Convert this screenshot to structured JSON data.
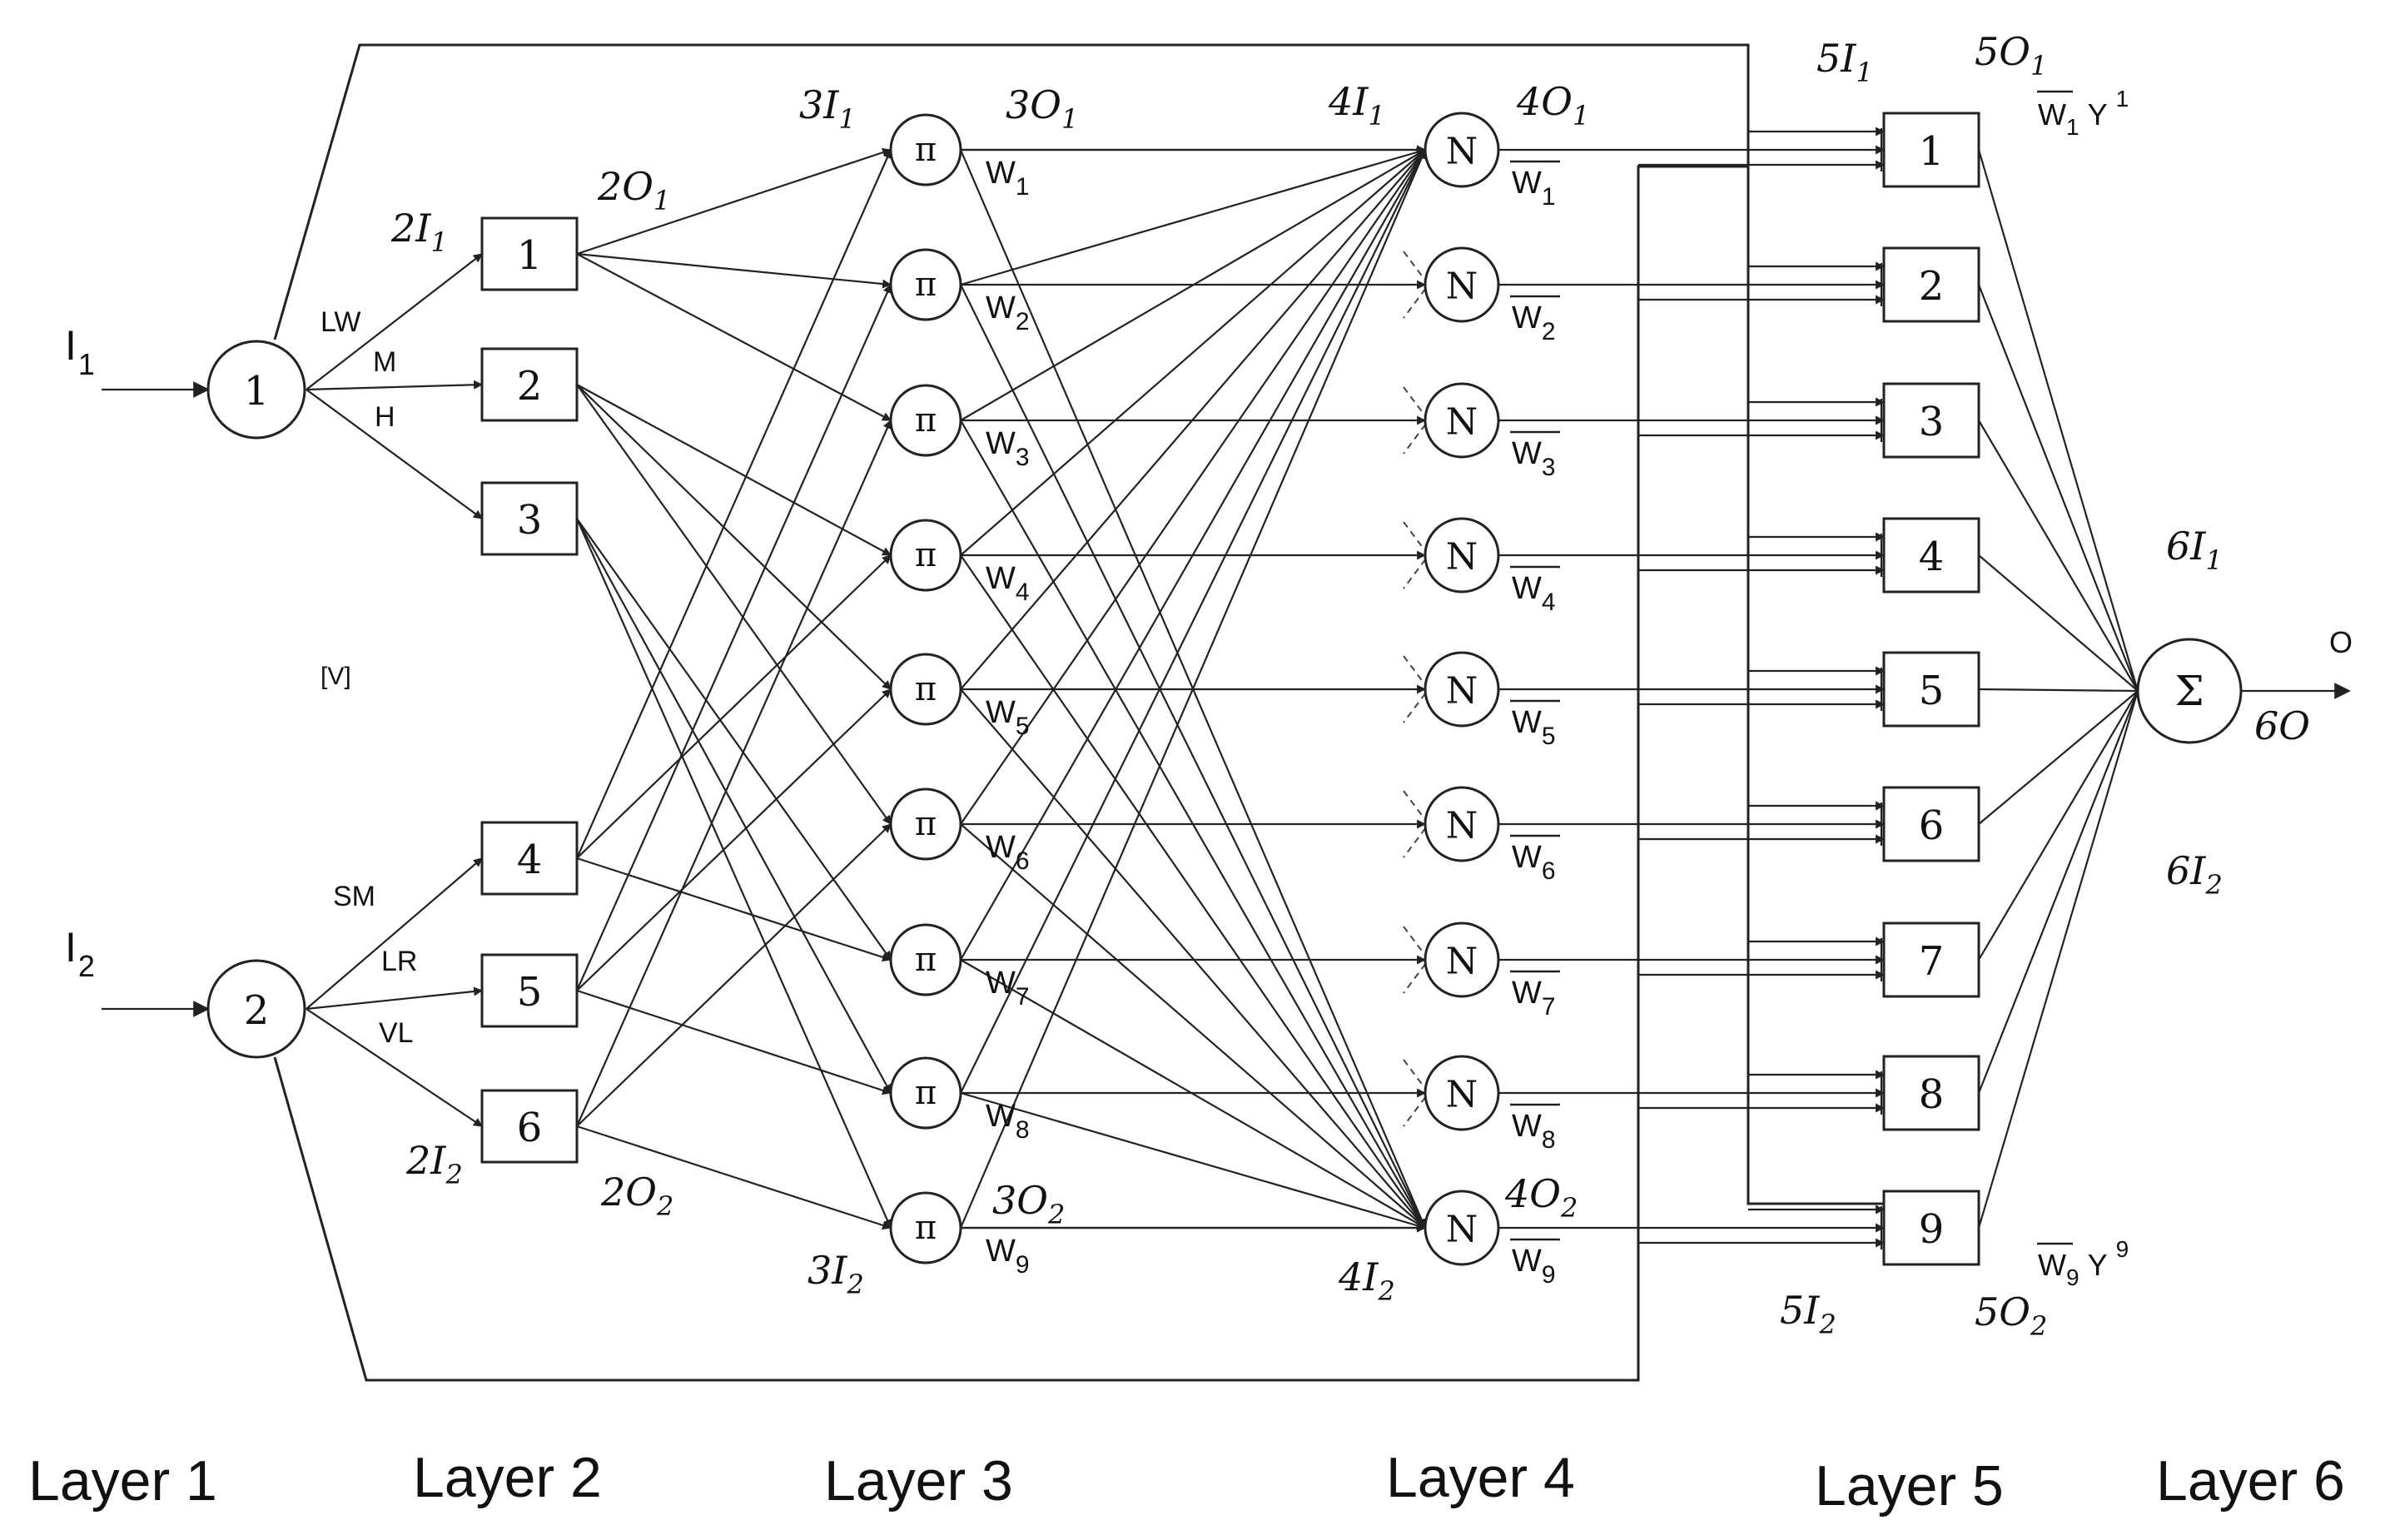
{
  "inputs": [
    {
      "label": "I",
      "sub": "1"
    },
    {
      "label": "I",
      "sub": "2"
    }
  ],
  "layer1_nodes": [
    "1",
    "2"
  ],
  "membership_labels": {
    "input1": [
      "LW",
      "M",
      "H"
    ],
    "input2": [
      "SM",
      "LR",
      "VL"
    ]
  },
  "layer2_nodes": [
    "1",
    "2",
    "3",
    "4",
    "5",
    "6"
  ],
  "layer3_symbol": "π",
  "layer3_weights": [
    {
      "main": "W",
      "sub": "1"
    },
    {
      "main": "W",
      "sub": "2"
    },
    {
      "main": "W",
      "sub": "3"
    },
    {
      "main": "W",
      "sub": "4"
    },
    {
      "main": "W",
      "sub": "5"
    },
    {
      "main": "W",
      "sub": "6"
    },
    {
      "main": "W",
      "sub": "7"
    },
    {
      "main": "W",
      "sub": "8"
    },
    {
      "main": "W",
      "sub": "9"
    }
  ],
  "layer4_symbol": "N",
  "layer4_weights": [
    {
      "main": "W",
      "sub": "1"
    },
    {
      "main": "W",
      "sub": "2"
    },
    {
      "main": "W",
      "sub": "3"
    },
    {
      "main": "W",
      "sub": "4"
    },
    {
      "main": "W",
      "sub": "5"
    },
    {
      "main": "W",
      "sub": "6"
    },
    {
      "main": "W",
      "sub": "7"
    },
    {
      "main": "W",
      "sub": "8"
    },
    {
      "main": "W",
      "sub": "9"
    }
  ],
  "layer5_nodes": [
    "1",
    "2",
    "3",
    "4",
    "5",
    "6",
    "7",
    "8",
    "9"
  ],
  "layer6_symbol": "Σ",
  "output_label": "O",
  "signal_labels": {
    "l2_in_1": {
      "main": "2I",
      "sub": "1"
    },
    "l2_in_2": {
      "main": "2I",
      "sub": "2"
    },
    "l2_out_1": {
      "main": "2O",
      "sub": "1"
    },
    "l2_out_2": {
      "main": "2O",
      "sub": "2"
    },
    "l3_in_1": {
      "main": "3I",
      "sub": "1"
    },
    "l3_in_2": {
      "main": "3I",
      "sub": "2"
    },
    "l3_out_1": {
      "main": "3O",
      "sub": "1"
    },
    "l3_out_2": {
      "main": "3O",
      "sub": "2"
    },
    "l4_in_1": {
      "main": "4I",
      "sub": "1"
    },
    "l4_in_2": {
      "main": "4I",
      "sub": "2"
    },
    "l4_out_1": {
      "main": "4O",
      "sub": "1"
    },
    "l4_out_2": {
      "main": "4O",
      "sub": "2"
    },
    "l5_in_1": {
      "main": "5I",
      "sub": "1"
    },
    "l5_in_2": {
      "main": "5I",
      "sub": "2"
    },
    "l5_out_1": {
      "main": "5O",
      "sub": "1"
    },
    "l5_out_2": {
      "main": "5O",
      "sub": "2"
    },
    "l6_in_1": {
      "main": "6I",
      "sub": "1"
    },
    "l6_in_2": {
      "main": "6I",
      "sub": "2"
    },
    "l6_out": {
      "main": "6O"
    }
  },
  "consequent_labels": {
    "top": {
      "w": "W",
      "wsub": "1",
      "y": "Y",
      "ysup": "1"
    },
    "bottom": {
      "w": "W",
      "wsub": "9",
      "y": "Y",
      "ysup": "9"
    }
  },
  "stray_label": "[V]",
  "layer_titles": [
    "Layer 1",
    "Layer 2",
    "Layer 3",
    "Layer 4",
    "Layer 5",
    "Layer 6"
  ]
}
